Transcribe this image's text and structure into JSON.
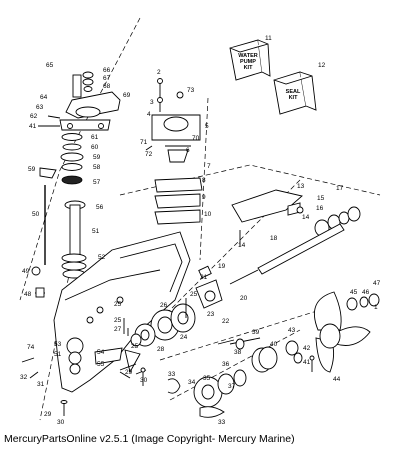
{
  "caption": "MercuryPartsOnline v2.5.1 (Image Copyright- Mercury Marine)",
  "kits": {
    "water_pump": {
      "line1": "WATER",
      "line2": "PUMP",
      "line3": "KIT"
    },
    "seal": {
      "line1": "SEAL",
      "line2": "KIT"
    }
  },
  "callouts": [
    "1",
    "2",
    "3",
    "4",
    "5",
    "6",
    "7",
    "8",
    "9",
    "10",
    "11",
    "12",
    "13",
    "14",
    "15",
    "16",
    "17",
    "18",
    "19",
    "20",
    "21",
    "22",
    "23",
    "24",
    "25",
    "26",
    "27",
    "28",
    "29",
    "30",
    "31",
    "32",
    "33",
    "34",
    "35",
    "36",
    "37",
    "38",
    "39",
    "40",
    "41",
    "42",
    "43",
    "44",
    "45",
    "46",
    "47",
    "48",
    "49",
    "50",
    "51",
    "52",
    "53",
    "54",
    "55",
    "56",
    "57",
    "58",
    "59",
    "60",
    "61",
    "62",
    "63",
    "64",
    "65",
    "66",
    "67",
    "68",
    "69",
    "70",
    "71",
    "72",
    "73",
    "74"
  ]
}
